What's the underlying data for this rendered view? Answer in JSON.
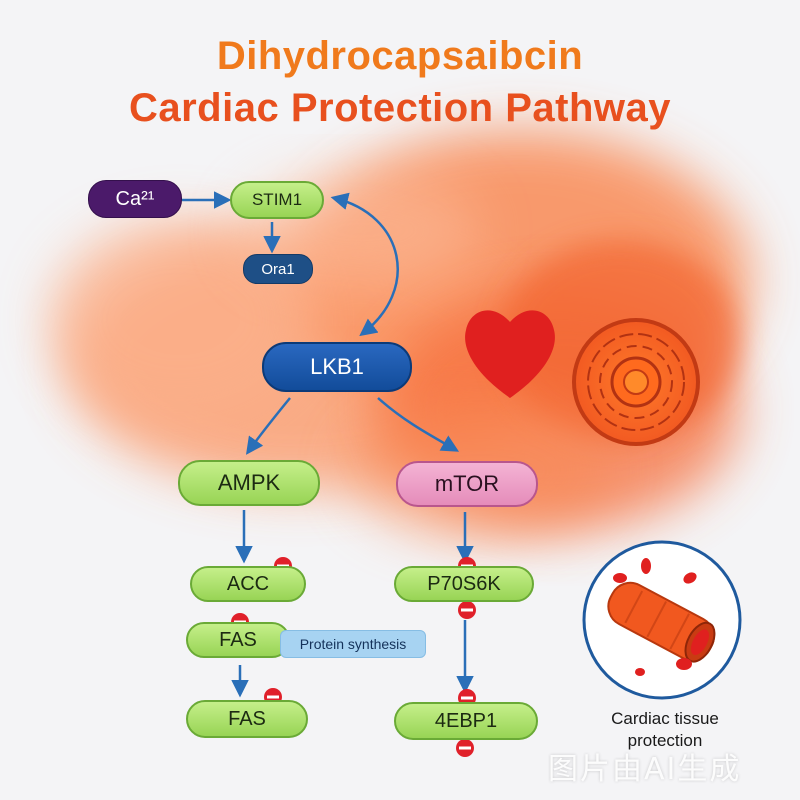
{
  "title": {
    "line1": "Dihydrocapsaibcin",
    "line2": "Cardiac Protection Pathway"
  },
  "nodes": {
    "ca": "Ca²¹",
    "stim1": "STIM1",
    "ora1": "Ora1",
    "lkb1": "LKB1",
    "ampk": "AMPK",
    "mtor": "mTOR",
    "acc": "ACC",
    "fas1": "FAS",
    "fas2": "FAS",
    "p70s6k": "P70S6K",
    "ebp1": "4EBP1",
    "protein_synthesis": "Protein synthesis"
  },
  "caption": {
    "line1": "Cardiac tissue",
    "line2": "protection"
  },
  "watermark": "图片由AI生成",
  "icons": [
    "heart-icon",
    "cell-icon",
    "blood-vessel-icon",
    "inhibition-icon"
  ],
  "colors": {
    "title_orange": "#f07a1c",
    "title_red": "#e8501e",
    "arrow_blue": "#2a6fb8",
    "inhibit_red": "#e0202a",
    "heart_red": "#e0201f",
    "cloud_orange": "#f7703a"
  }
}
